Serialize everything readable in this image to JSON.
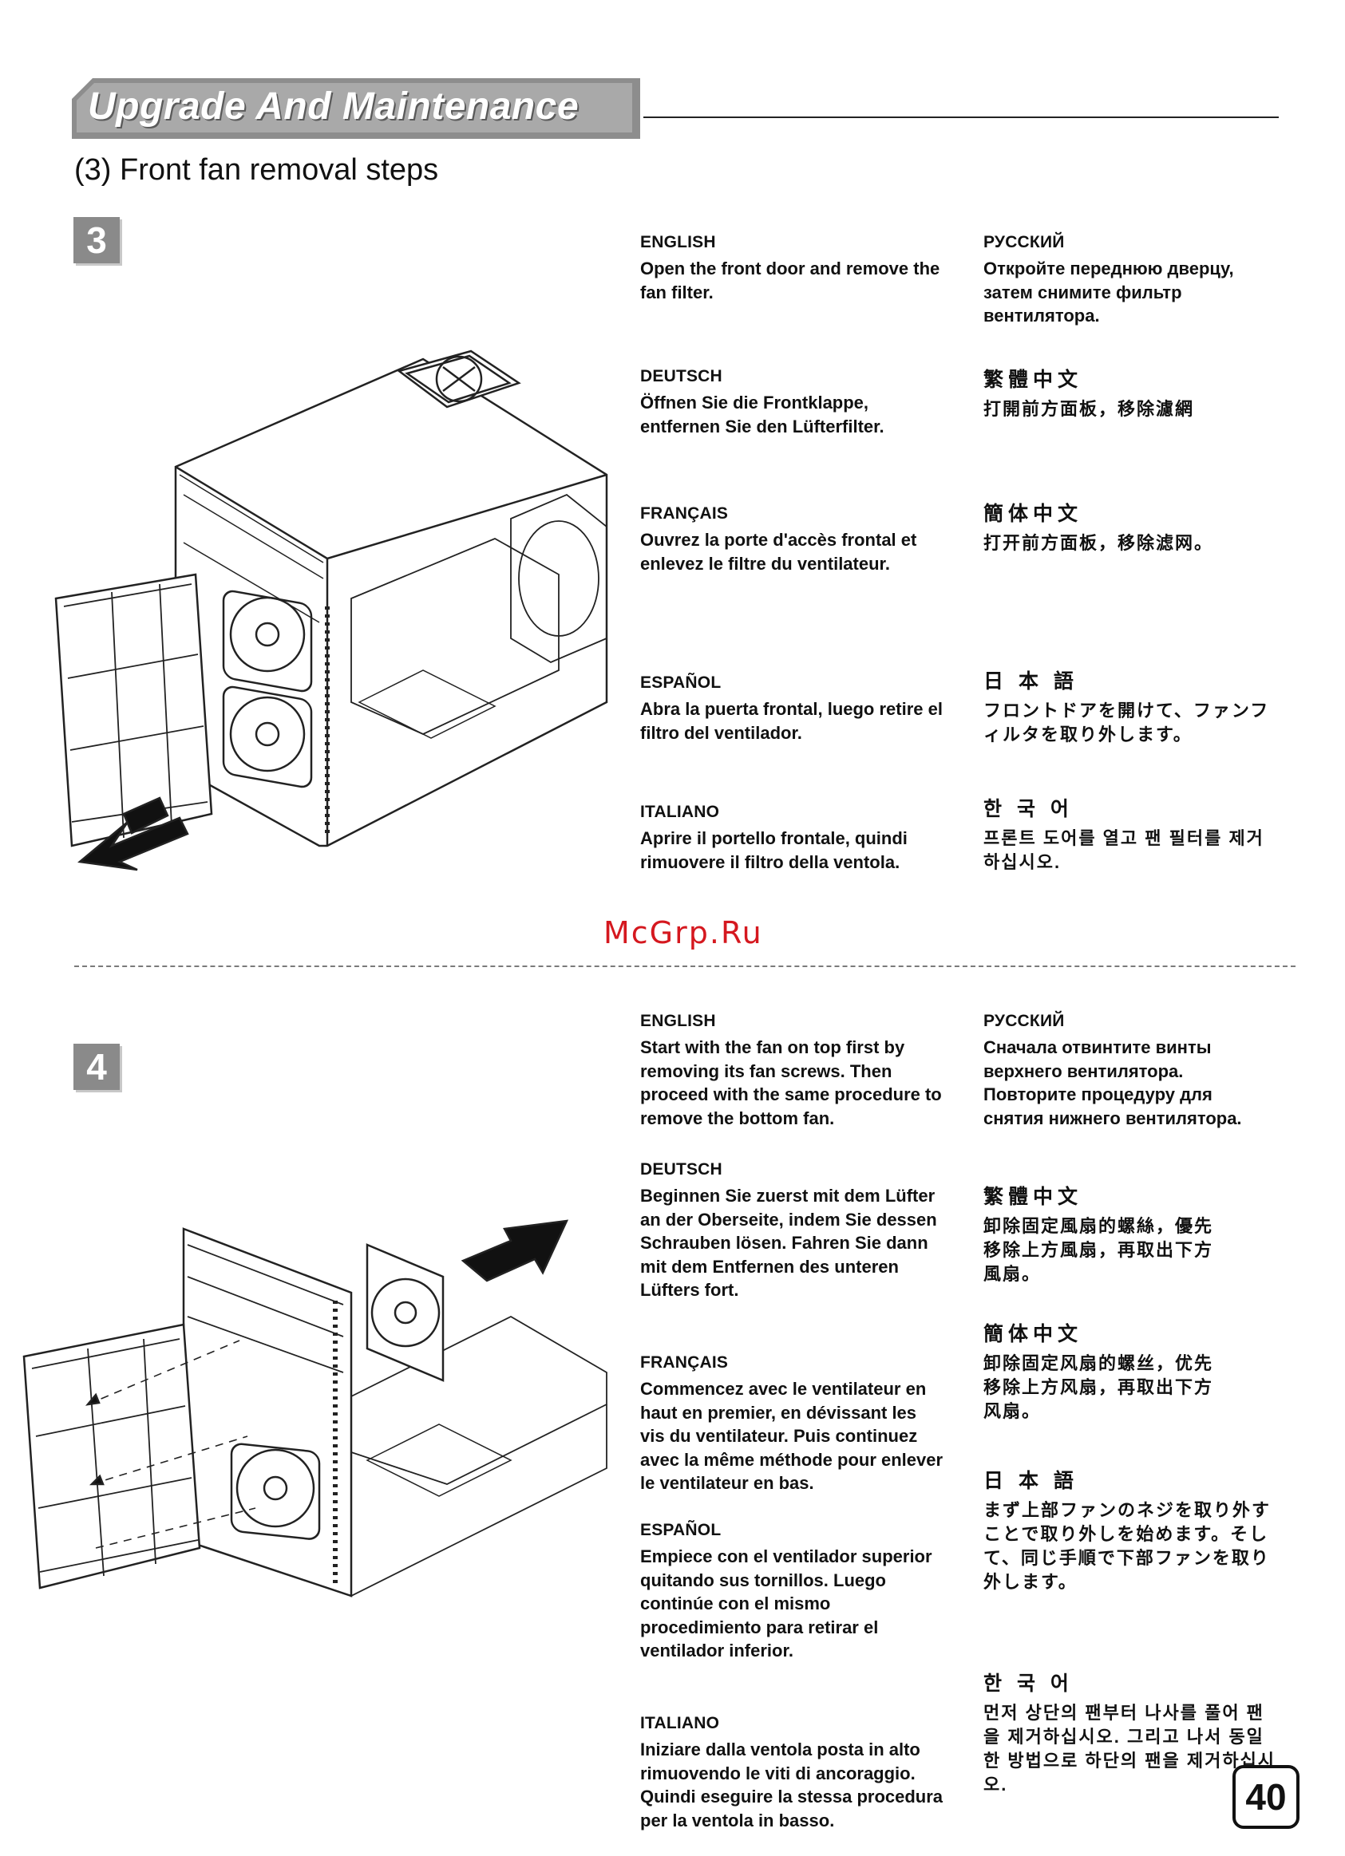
{
  "header": {
    "title": "Upgrade And Maintenance",
    "subtitle": "(3) Front fan removal steps"
  },
  "watermark": "McGrp.Ru",
  "page_number": "40",
  "steps": [
    {
      "number": "3",
      "instructions": [
        {
          "lang": "ENGLISH",
          "text": "Open the front door and remove the fan filter."
        },
        {
          "lang": "DEUTSCH",
          "text": "Öffnen Sie die Frontklappe, entfernen Sie den Lüfterfilter."
        },
        {
          "lang": "FRANÇAIS",
          "text": "Ouvrez la porte d'accès frontal et enlevez le filtre du ventilateur."
        },
        {
          "lang": "ESPAÑOL",
          "text": "Abra la puerta frontal, luego retire el filtro del ventilador."
        },
        {
          "lang": "ITALIANO",
          "text": "Aprire il portello frontale, quindi rimuovere il filtro della ventola."
        },
        {
          "lang": "РУССКИЙ",
          "text": "Откройте переднюю дверцу, затем снимите фильтр вентилятора."
        },
        {
          "lang": "繁體中文",
          "text": "打開前方面板，移除濾網"
        },
        {
          "lang": "簡体中文",
          "text": "打开前方面板，移除滤网。"
        },
        {
          "lang": "日 本 語",
          "text": "フロントドアを開けて、ファンフィルタを取り外します。"
        },
        {
          "lang": "한 국 어",
          "text": "프론트 도어를 열고 팬 필터를 제거하십시오."
        }
      ]
    },
    {
      "number": "4",
      "instructions": [
        {
          "lang": "ENGLISH",
          "text": "Start with the fan on top first by removing its fan screws. Then proceed with the same procedure to remove the bottom fan."
        },
        {
          "lang": "DEUTSCH",
          "text": "Beginnen Sie zuerst mit dem Lüfter an der Oberseite, indem Sie dessen Schrauben lösen. Fahren Sie dann mit dem Entfernen des unteren Lüfters fort."
        },
        {
          "lang": "FRANÇAIS",
          "text": "Commencez avec le ventilateur en haut en premier, en dévissant les vis du ventilateur. Puis continuez avec la même méthode pour enlever le ventilateur en bas."
        },
        {
          "lang": "ESPAÑOL",
          "text": "Empiece con el ventilador superior quitando sus tornillos. Luego continúe con el mismo procedimiento para retirar el ventilador inferior."
        },
        {
          "lang": "ITALIANO",
          "text": "Iniziare dalla ventola posta in alto rimuovendo le viti di ancoraggio. Quindi eseguire la stessa procedura per la ventola in basso."
        },
        {
          "lang": "РУССКИЙ",
          "text": "Сначала отвинтите винты верхнего вентилятора. Повторите процедуру для снятия нижнего вентилятора."
        },
        {
          "lang": "繁體中文",
          "text": "卸除固定風扇的螺絲，優先移除上方風扇，再取出下方風扇。"
        },
        {
          "lang": "簡体中文",
          "text": "卸除固定风扇的螺丝，优先移除上方风扇，再取出下方风扇。"
        },
        {
          "lang": "日 本 語",
          "text": "まず上部ファンのネジを取り外すことで取り外しを始めます。そして、同じ手順で下部ファンを取り外します。"
        },
        {
          "lang": "한 국 어",
          "text": "먼저 상단의 팬부터 나사를 풀어 팬을 제거하십시오. 그리고 나서 동일한 방법으로 하단의 팬을 제거하십시오."
        }
      ]
    }
  ]
}
